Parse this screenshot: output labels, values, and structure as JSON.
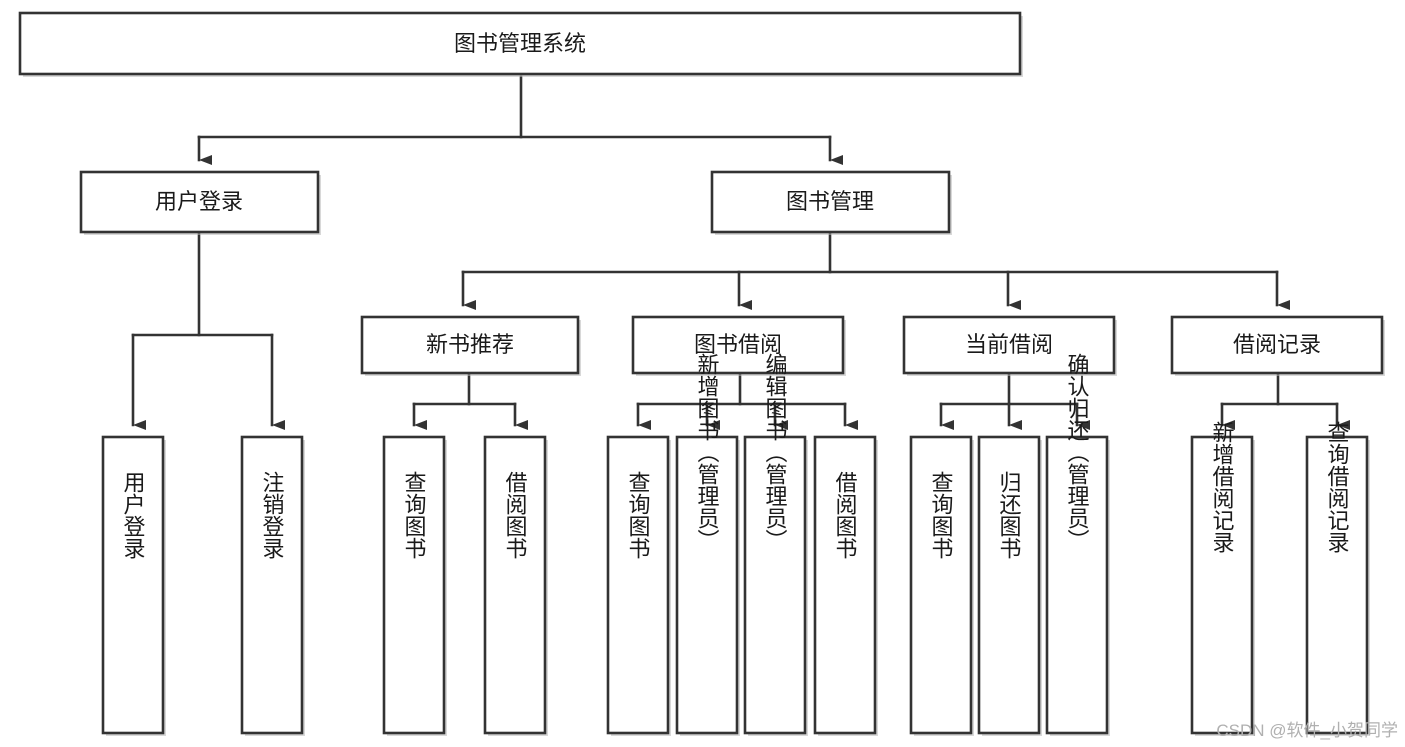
{
  "diagram": {
    "title": "图书管理系统",
    "type": "hierarchy-tree",
    "orientation": "top-down",
    "colors": {
      "box_fill": "#ffffff",
      "box_stroke": "#333333",
      "connector": "#333333",
      "text": "#1a1a1a",
      "watermark": "#b0b0b0",
      "background": "#ffffff"
    },
    "levels": [
      {
        "level": 1,
        "nodes": [
          {
            "id": "root",
            "label": "图书管理系统",
            "orientation": "horizontal"
          }
        ]
      },
      {
        "level": 2,
        "nodes": [
          {
            "id": "user-login",
            "label": "用户登录",
            "orientation": "horizontal",
            "parent": "root"
          },
          {
            "id": "book-manage",
            "label": "图书管理",
            "orientation": "horizontal",
            "parent": "root"
          }
        ]
      },
      {
        "level": 3,
        "nodes": [
          {
            "id": "new-book-rec",
            "label": "新书推荐",
            "orientation": "horizontal",
            "parent": "book-manage"
          },
          {
            "id": "book-borrow",
            "label": "图书借阅",
            "orientation": "horizontal",
            "parent": "book-manage"
          },
          {
            "id": "current-borrow",
            "label": "当前借阅",
            "orientation": "horizontal",
            "parent": "book-manage"
          },
          {
            "id": "borrow-record",
            "label": "借阅记录",
            "orientation": "horizontal",
            "parent": "book-manage"
          }
        ]
      },
      {
        "level": 4,
        "nodes": [
          {
            "id": "leaf-user-login",
            "label": "用户登录",
            "orientation": "vertical",
            "parent": "user-login"
          },
          {
            "id": "leaf-logout",
            "label": "注销登录",
            "orientation": "vertical",
            "parent": "user-login"
          },
          {
            "id": "leaf-query-book-1",
            "label": "查询图书",
            "orientation": "vertical",
            "parent": "new-book-rec"
          },
          {
            "id": "leaf-borrow-book-1",
            "label": "借阅图书",
            "orientation": "vertical",
            "parent": "new-book-rec"
          },
          {
            "id": "leaf-query-book-2",
            "label": "查询图书",
            "orientation": "vertical",
            "parent": "book-borrow"
          },
          {
            "id": "leaf-add-book",
            "label": "新增图书（管理员）",
            "orientation": "vertical",
            "parent": "book-borrow"
          },
          {
            "id": "leaf-edit-book",
            "label": "编辑图书（管理员）",
            "orientation": "vertical",
            "parent": "book-borrow"
          },
          {
            "id": "leaf-borrow-book-2",
            "label": "借阅图书",
            "orientation": "vertical",
            "parent": "book-borrow"
          },
          {
            "id": "leaf-query-book-3",
            "label": "查询图书",
            "orientation": "vertical",
            "parent": "current-borrow"
          },
          {
            "id": "leaf-return-book",
            "label": "归还图书",
            "orientation": "vertical",
            "parent": "current-borrow"
          },
          {
            "id": "leaf-confirm-return",
            "label": "确认归还（管理员）",
            "orientation": "vertical",
            "parent": "current-borrow"
          },
          {
            "id": "leaf-add-record",
            "label": "新增借阅记录",
            "orientation": "vertical",
            "parent": "borrow-record"
          },
          {
            "id": "leaf-query-record",
            "label": "查询借阅记录",
            "orientation": "vertical",
            "parent": "borrow-record"
          }
        ]
      }
    ]
  },
  "watermark": {
    "text": "CSDN @软件_小贺同学"
  }
}
